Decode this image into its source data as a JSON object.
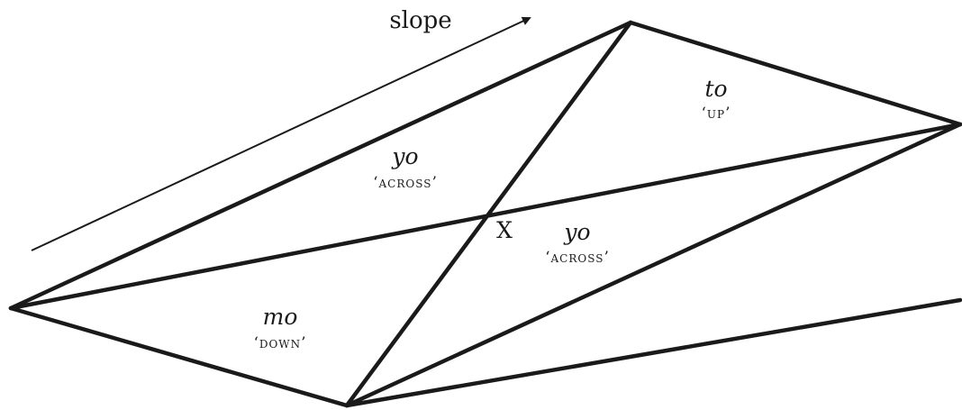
{
  "labels": {
    "slope": "slope",
    "intersection": "X",
    "regions": {
      "top": {
        "word": "to",
        "gloss": "‘up’"
      },
      "upper_left": {
        "word": "yo",
        "gloss": "‘across’"
      },
      "lower_right": {
        "word": "yo",
        "gloss": "‘across’"
      },
      "bottom_left": {
        "word": "mo",
        "gloss": "‘down’"
      }
    }
  },
  "colors": {
    "stroke": "#1a1a1a",
    "background": "#ffffff"
  }
}
